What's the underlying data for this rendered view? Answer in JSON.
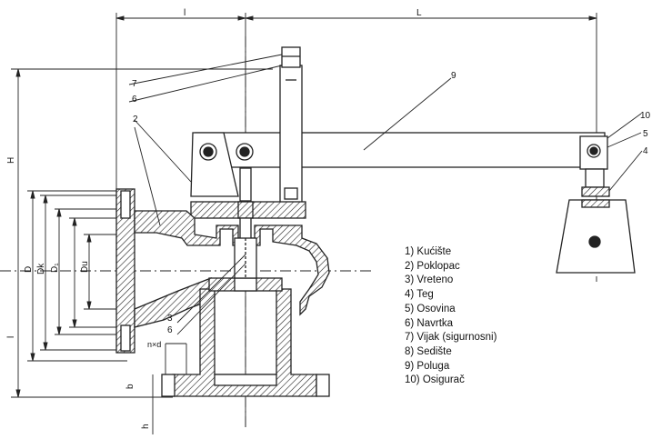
{
  "dimensions": {
    "l": "l",
    "L": "L",
    "H": "H",
    "lower_l": "l",
    "D": "D",
    "Dk": "Dk",
    "D1": "D₁",
    "Du": "Du",
    "nxd": "n×d",
    "b": "b",
    "h": "h"
  },
  "callouts": {
    "c7": "7",
    "c6_top": "6",
    "c2": "2",
    "c9": "9",
    "c10": "10",
    "c5": "5",
    "c4": "4",
    "c3": "3",
    "c6_low": "6"
  },
  "legend": [
    "1) Kućište",
    "2) Poklopac",
    "3) Vreteno",
    "4) Teg",
    "5) Osovina",
    "6) Navrtka",
    "7) Vijak (sigurnosni)",
    "8) Sedište",
    "9) Poluga",
    "10) Osigurač"
  ]
}
